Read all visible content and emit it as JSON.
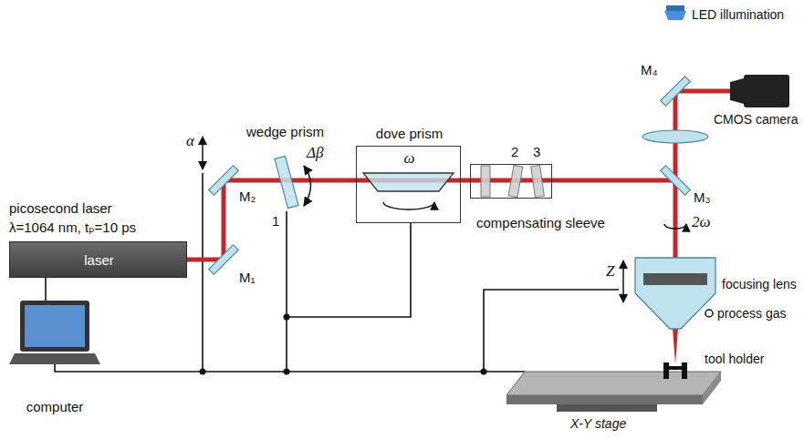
{
  "diagram": {
    "nodes": [
      {
        "text": [
          "laser"
        ]
      },
      {
        "text": [
          "computer"
        ]
      },
      {
        "text": [
          "dove prism",
          "ω"
        ]
      },
      {
        "text": [
          "compensating sleeve"
        ]
      },
      {
        "text": [
          "focusing lens"
        ]
      }
    ],
    "edges": [
      {
        "from": 0,
        "to": 1,
        "arrow": "none"
      },
      {
        "from": 2,
        "to": 3,
        "arrow": "none"
      }
    ],
    "labels": [
      "picosecond laser",
      "λ=1064 nm, tₚ=10 ps",
      "M₁",
      "M₂",
      "α",
      "wedge prism",
      "1",
      "Δβ",
      "2",
      "3",
      "M₃",
      "2ω",
      "M₄",
      "LED illumination",
      "CMOS camera",
      "Z",
      "process gas",
      "tool holder",
      "X-Y stage"
    ]
  }
}
